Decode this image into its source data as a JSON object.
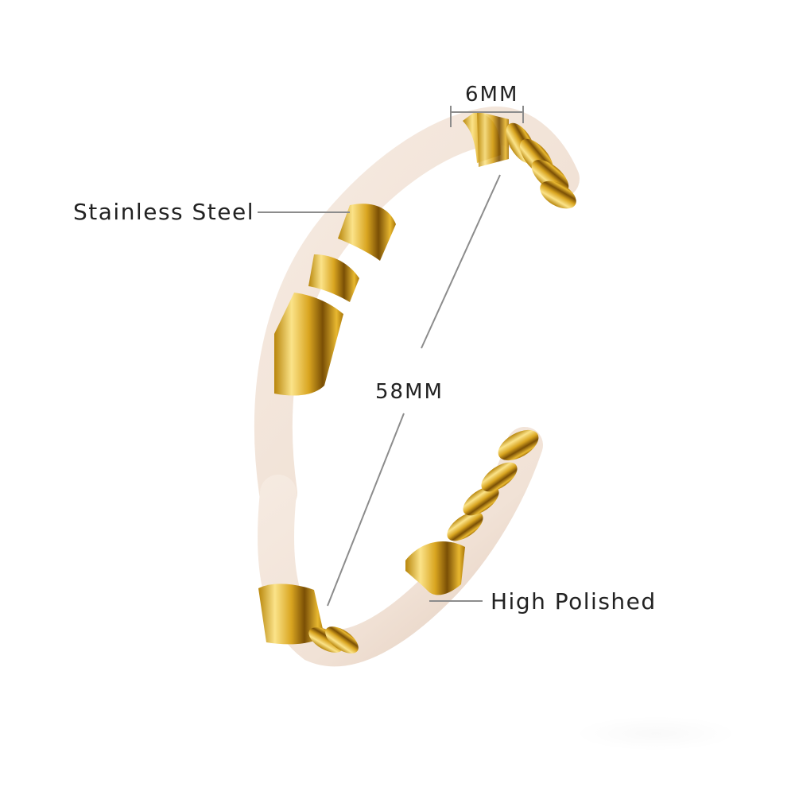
{
  "product": {
    "type": "open cuff bangle bracelet",
    "material_label": "Stainless Steel",
    "finish_label": "High Polished",
    "width_label": "6MM",
    "diameter_label": "58MM"
  },
  "colors": {
    "background": "#ffffff",
    "enamel": "#f1e2d6",
    "enamel_shade": "#e3cdbd",
    "gold": "#d9a520",
    "gold_dark": "#8a5d06",
    "gold_light": "#fbe389",
    "annotation_line": "#8c8c8c",
    "text": "#222222"
  },
  "annotations": [
    {
      "id": "width",
      "text": "6MM"
    },
    {
      "id": "material",
      "text": "Stainless Steel"
    },
    {
      "id": "diameter",
      "text": "58MM"
    },
    {
      "id": "finish",
      "text": "High Polished"
    }
  ]
}
